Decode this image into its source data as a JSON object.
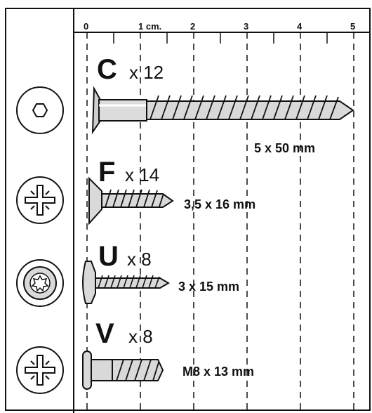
{
  "ruler": {
    "labels": [
      "0",
      "1 cm.",
      "2",
      "3",
      "4",
      "5"
    ]
  },
  "items": [
    {
      "letter": "C",
      "count": "x 12",
      "size": "5 x 50 mm",
      "head_icon": "hex-socket-icon",
      "screw": "wood-screw-icon"
    },
    {
      "letter": "F",
      "count": "x 14",
      "size": "3,5 x 16 mm",
      "head_icon": "pozidriv-icon",
      "screw": "countersunk-screw-icon"
    },
    {
      "letter": "U",
      "count": "x 8",
      "size": "3 x 15 mm",
      "head_icon": "torx-icon",
      "screw": "flange-screw-icon"
    },
    {
      "letter": "V",
      "count": "x 8",
      "size": "M8 x 13 mm",
      "head_icon": "pozidriv-icon",
      "screw": "connector-bolt-icon"
    }
  ],
  "colors": {
    "stroke": "#111111",
    "metal": "#d9d9d9",
    "background": "#ffffff"
  }
}
